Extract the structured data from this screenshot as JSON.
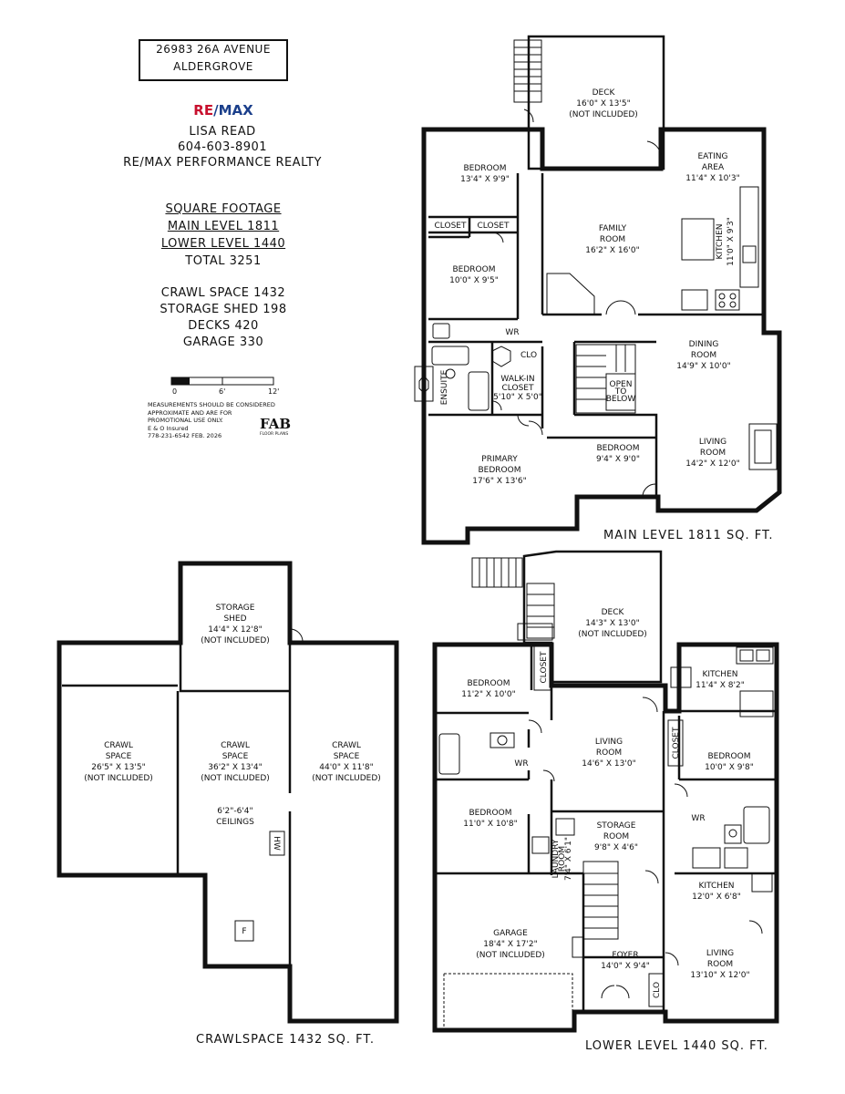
{
  "address": {
    "line1": "26983 26A AVENUE",
    "line2": "ALDERGROVE"
  },
  "brand": {
    "re": "RE",
    "max": "/MAX"
  },
  "agent": {
    "name": "LISA READ",
    "phone": "604-603-8901",
    "company": "RE/MAX PERFORMANCE REALTY"
  },
  "square_footage": {
    "heading": "SQUARE FOOTAGE",
    "main": "MAIN LEVEL 1811",
    "lower": "LOWER LEVEL 1440",
    "total": "TOTAL 3251"
  },
  "extras": {
    "crawl": "CRAWL SPACE 1432",
    "shed": "STORAGE SHED 198",
    "decks": "DECKS 420",
    "garage": "GARAGE 330"
  },
  "scale": {
    "t0": "0",
    "t1": "6'",
    "t2": "12'"
  },
  "disclaimer": {
    "l1": "MEASUREMENTS SHOULD BE CONSIDERED",
    "l2": "APPROXIMATE AND ARE FOR",
    "l3": "PROMOTIONAL USE ONLY.",
    "l4": "E & O Insured",
    "l5": "778-231-6542  FEB. 2026"
  },
  "logo": {
    "name": "FAB",
    "sub": "FLOOR PLANS"
  },
  "level_labels": {
    "main": "MAIN LEVEL 1811 SQ. FT.",
    "crawl": "CRAWLSPACE 1432 SQ. FT.",
    "lower": "LOWER LEVEL 1440 SQ. FT."
  },
  "main_rooms": {
    "deck": [
      "DECK",
      "16'0\" X 13'5\"",
      "(NOT INCLUDED)"
    ],
    "eating": [
      "EATING",
      "AREA",
      "11'4\" X 10'3\""
    ],
    "bedroom1": [
      "BEDROOM",
      "13'4\" X 9'9\""
    ],
    "closet1": "CLOSET",
    "closet2": "CLOSET",
    "family": [
      "FAMILY",
      "ROOM",
      "16'2\" X 16'0\""
    ],
    "kitchen": [
      "KITCHEN",
      "11'0\" X 9'3\""
    ],
    "bedroom2": [
      "BEDROOM",
      "10'0\" X 9'5\""
    ],
    "wr": "WR",
    "clo": "CLO",
    "dining": [
      "DINING",
      "ROOM",
      "14'9\" X 10'0\""
    ],
    "ensuite": "ENSUITE",
    "walkin": [
      "WALK-IN",
      "CLOSET",
      "5'10\" X 5'0\""
    ],
    "open": [
      "OPEN",
      "TO",
      "BELOW"
    ],
    "primary": [
      "PRIMARY",
      "BEDROOM",
      "17'6\" X 13'6\""
    ],
    "bedroom3": [
      "BEDROOM",
      "9'4\" X 9'0\""
    ],
    "living": [
      "LIVING",
      "ROOM",
      "14'2\" X 12'0\""
    ]
  },
  "crawl_rooms": {
    "shed": [
      "STORAGE",
      "SHED",
      "14'4\" X 12'8\"",
      "(NOT INCLUDED)"
    ],
    "crawl1": [
      "CRAWL",
      "SPACE",
      "26'5\" X 13'5\"",
      "(NOT INCLUDED)"
    ],
    "crawl2": [
      "CRAWL",
      "SPACE",
      "36'2\" X 13'4\"",
      "(NOT INCLUDED)"
    ],
    "crawl3": [
      "CRAWL",
      "SPACE",
      "44'0\" X 11'8\"",
      "(NOT INCLUDED)"
    ],
    "ceilings": [
      "6'2\"-6'4\"",
      "CEILINGS"
    ],
    "hw": "HW",
    "f": "F"
  },
  "lower_rooms": {
    "deck": [
      "DECK",
      "14'3\" X 13'0\"",
      "(NOT INCLUDED)"
    ],
    "bedroom1": [
      "BEDROOM",
      "11'2\" X 10'0\""
    ],
    "closet1": "CLOSET",
    "kitchen1": [
      "KITCHEN",
      "11'4\" X 8'2\""
    ],
    "living1": [
      "LIVING",
      "ROOM",
      "14'6\" X 13'0\""
    ],
    "wr1": "WR",
    "closet2": "CLOSET",
    "bedroom3": [
      "BEDROOM",
      "10'0\" X 9'8\""
    ],
    "bedroom2": [
      "BEDROOM",
      "11'0\" X 10'8\""
    ],
    "storage": [
      "STORAGE",
      "ROOM",
      "9'8\" X 4'6\""
    ],
    "laundry": [
      "LAUNDRY",
      "ROOM",
      "7'4\" X 6'1\""
    ],
    "wr2": "WR",
    "kitchen2": [
      "KITCHEN",
      "12'0\" X 6'8\""
    ],
    "garage": [
      "GARAGE",
      "18'4\" X 17'2\"",
      "(NOT INCLUDED)"
    ],
    "foyer": [
      "FOYER",
      "14'0\" X 9'4\""
    ],
    "living2": [
      "LIVING",
      "ROOM",
      "13'10\" X 12'0\""
    ],
    "clo": "CLO"
  }
}
